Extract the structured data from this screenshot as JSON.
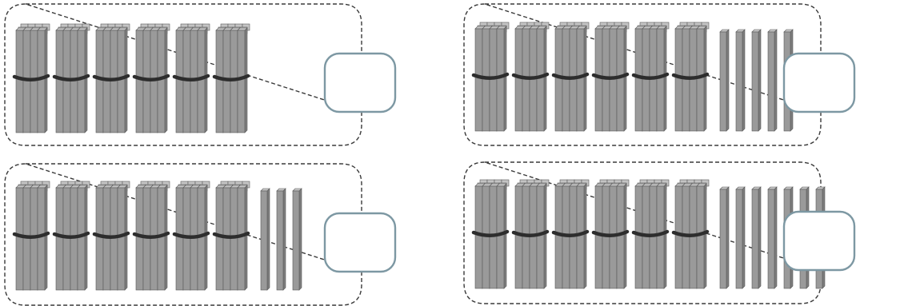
{
  "panels": [
    {
      "name": "panel-1",
      "bundles": 6,
      "sticks": 0,
      "answer": ""
    },
    {
      "name": "panel-2",
      "bundles": 6,
      "sticks": 5,
      "answer": ""
    },
    {
      "name": "panel-3",
      "bundles": 6,
      "sticks": 3,
      "answer": ""
    },
    {
      "name": "panel-4",
      "bundles": 6,
      "sticks": 7,
      "answer": ""
    }
  ],
  "colors": {
    "stick_face": "#9a9a9a",
    "stick_side": "#7e7e7e",
    "stick_top": "#c4c4c4",
    "stick_outline": "#5a5a5a",
    "band": "#2d2d2d",
    "dashed_border": "#3a3a3a",
    "answer_box": "#7d98a3"
  }
}
